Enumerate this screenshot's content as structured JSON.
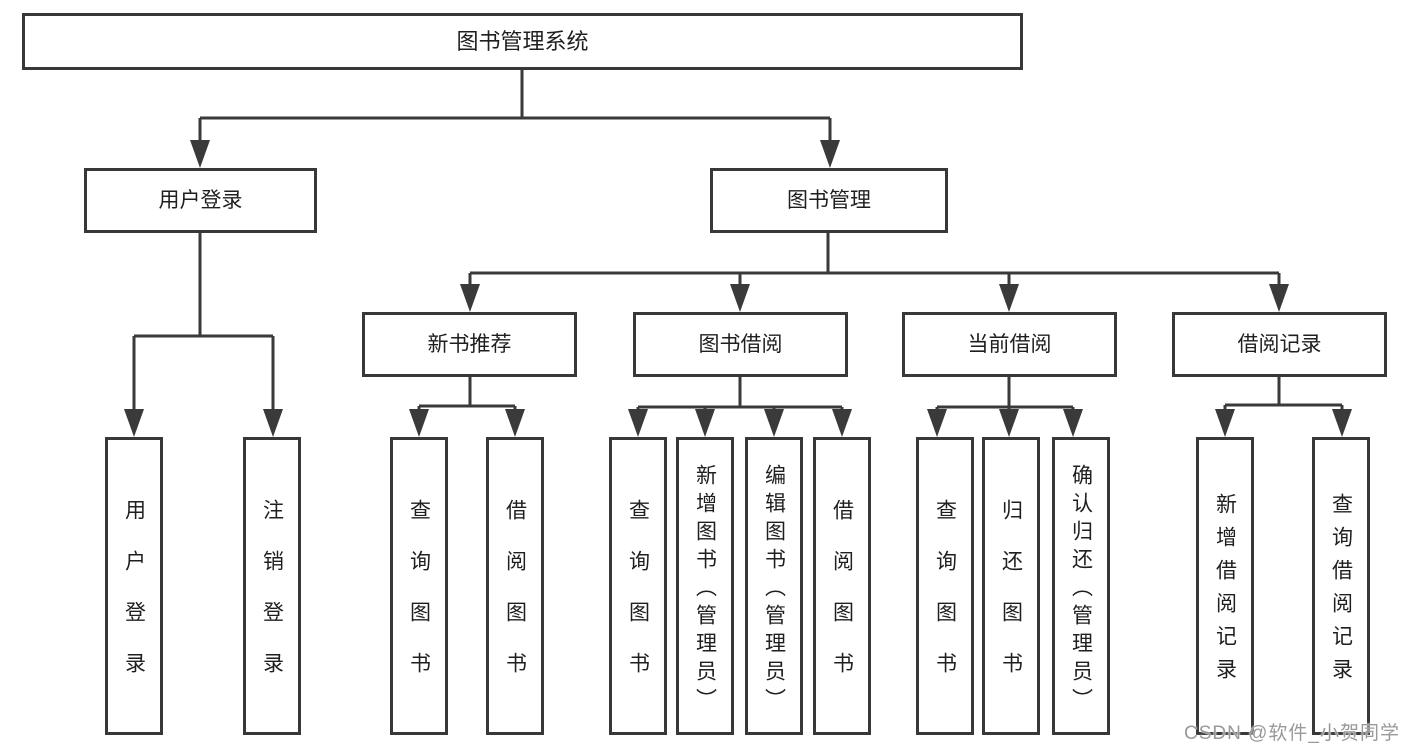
{
  "tree": {
    "root": "图书管理系统",
    "user_login": {
      "label": "用户登录",
      "children": [
        "用户登录",
        "注销登录"
      ]
    },
    "book_mgmt": {
      "label": "图书管理",
      "groups": [
        {
          "label": "新书推荐",
          "children": [
            "查询图书",
            "借阅图书"
          ]
        },
        {
          "label": "图书借阅",
          "children": [
            "查询图书",
            "新增图书（管理员）",
            "编辑图书（管理员）",
            "借阅图书"
          ]
        },
        {
          "label": "当前借阅",
          "children": [
            "查询图书",
            "归还图书",
            "确认归还（管理员）"
          ]
        },
        {
          "label": "借阅记录",
          "children": [
            "新增借阅记录",
            "查询借阅记录"
          ]
        }
      ]
    }
  },
  "watermark": "CSDN @软件_小贺同学",
  "colors": {
    "line": "#3a3a3a",
    "border": "#383838",
    "text": "#1f1f1f",
    "background": "#ffffff",
    "watermark": "#98999b"
  }
}
